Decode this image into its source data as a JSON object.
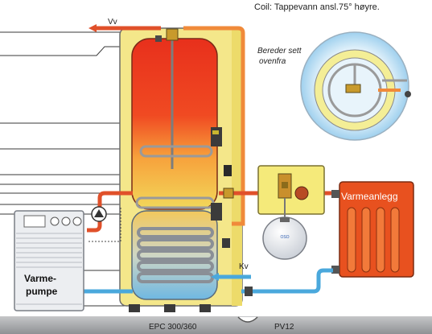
{
  "caption": "Coil: Tappevann ansl.75° høyre.",
  "labels": {
    "hot_water": "Vv",
    "cold_water": "Kv",
    "top_view_line1": "Bereder sett",
    "top_view_line2": "ovenfra",
    "heating_system": "Varmeanlegg",
    "heat_pump_line1": "Varme-",
    "heat_pump_line2": "pumpe"
  },
  "footer": {
    "model": "EPC 300/360",
    "code": "PV12"
  },
  "colors": {
    "hot_pipe": "#e0502a",
    "warm_pipe": "#f08a3a",
    "cold_pipe": "#4aa8dc",
    "tank_jacket": "#f4e78a",
    "heating_panel": "#e8511f",
    "footer_bar": "#a7a9ac"
  }
}
